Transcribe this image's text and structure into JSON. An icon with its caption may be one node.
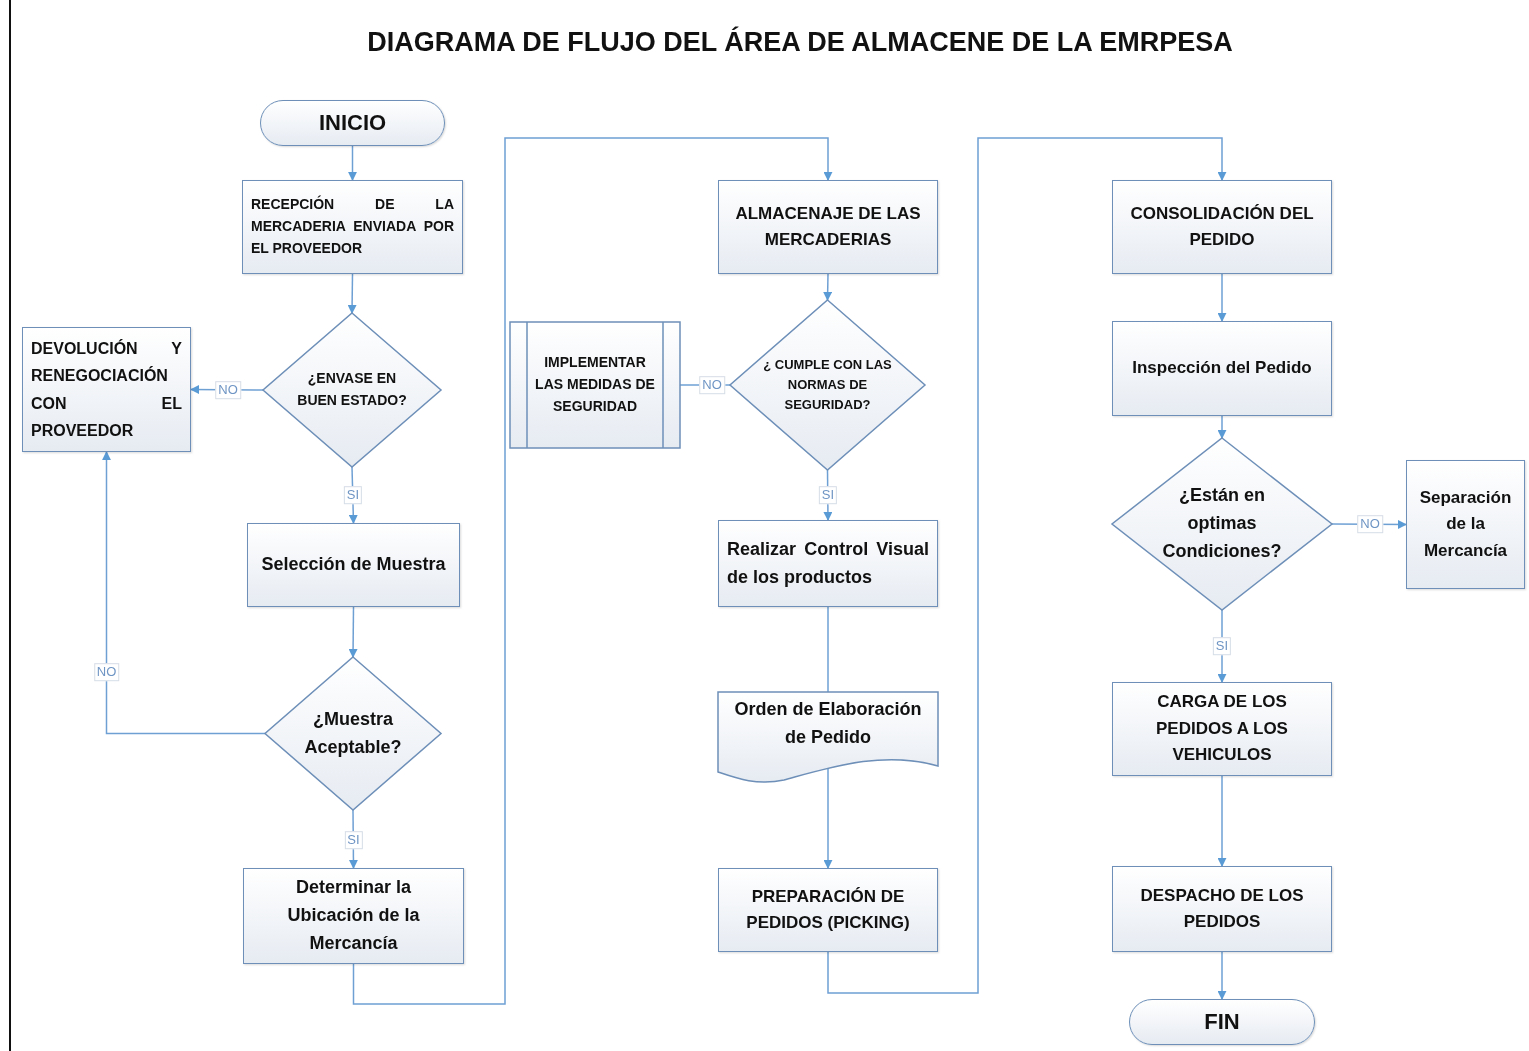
{
  "diagram": {
    "title": "DIAGRAMA DE FLUJO DEL ÁREA DE ALMACENE DE LA EMRPESA",
    "nodes": [
      {
        "text": [
          "INICIO"
        ]
      },
      {
        "text": [
          "RECEPCIÓN DE LA MERCADERIA ENVIADA POR EL PROVEEDOR"
        ]
      },
      {
        "text": [
          "¿ENVASE EN BUEN ESTADO?"
        ]
      },
      {
        "text": [
          "DEVOLUCIÓN Y RENEGOCIACIÓN CON EL PROVEEDOR"
        ]
      },
      {
        "text": [
          "Selección de Muestra"
        ]
      },
      {
        "text": [
          "¿Muestra Aceptable?"
        ]
      },
      {
        "text": [
          "Determinar la Ubicación de la Mercancía"
        ]
      },
      {
        "text": [
          "ALMACENAJE DE LAS MERCADERIAS"
        ]
      },
      {
        "text": [
          "¿ CUMPLE CON LAS NORMAS DE SEGURIDAD?"
        ]
      },
      {
        "text": [
          "IMPLEMENTAR LAS MEDIDAS DE SEGURIDAD"
        ]
      },
      {
        "text": [
          "Realizar Control Visual de los productos"
        ]
      },
      {
        "text": [
          "Orden de Elaboración de Pedido"
        ]
      },
      {
        "text": [
          "PREPARACIÓN DE PEDIDOS (PICKING)"
        ]
      },
      {
        "text": [
          "CONSOLIDACIÓN DEL PEDIDO"
        ]
      },
      {
        "text": [
          "Inspección del Pedido"
        ]
      },
      {
        "text": [
          "¿Están en optimas Condiciones?"
        ]
      },
      {
        "text": [
          "Separación de la Mercancía"
        ]
      },
      {
        "text": [
          "CARGA DE LOS PEDIDOS A LOS VEHICULOS"
        ]
      },
      {
        "text": [
          "DESPACHO DE LOS PEDIDOS"
        ]
      },
      {
        "text": [
          "FIN"
        ]
      }
    ],
    "edges": [
      {
        "from": 0,
        "to": 1,
        "arrow": "to"
      },
      {
        "from": 1,
        "to": 2,
        "arrow": "to"
      },
      {
        "from": 2,
        "to": 3,
        "arrow": "to",
        "label": "NO"
      },
      {
        "from": 2,
        "to": 4,
        "arrow": "to",
        "label": "SI"
      },
      {
        "from": 4,
        "to": 5,
        "arrow": "to"
      },
      {
        "from": 5,
        "to": 3,
        "arrow": "to",
        "label": "NO"
      },
      {
        "from": 5,
        "to": 6,
        "arrow": "to",
        "label": "SI"
      },
      {
        "from": 6,
        "to": 7,
        "arrow": "to"
      },
      {
        "from": 7,
        "to": 8,
        "arrow": "to"
      },
      {
        "from": 8,
        "to": 9,
        "arrow": "none",
        "label": "NO"
      },
      {
        "from": 8,
        "to": 10,
        "arrow": "to",
        "label": "SI"
      },
      {
        "from": 10,
        "to": 11,
        "arrow": "none"
      },
      {
        "from": 11,
        "to": 12,
        "arrow": "to"
      },
      {
        "from": 12,
        "to": 13,
        "arrow": "to"
      },
      {
        "from": 13,
        "to": 14,
        "arrow": "to"
      },
      {
        "from": 14,
        "to": 15,
        "arrow": "to"
      },
      {
        "from": 15,
        "to": 16,
        "arrow": "to",
        "label": "NO"
      },
      {
        "from": 15,
        "to": 17,
        "arrow": "to",
        "label": "SI"
      },
      {
        "from": 17,
        "to": 18,
        "arrow": "to"
      },
      {
        "from": 18,
        "to": 19,
        "arrow": "to"
      }
    ]
  }
}
